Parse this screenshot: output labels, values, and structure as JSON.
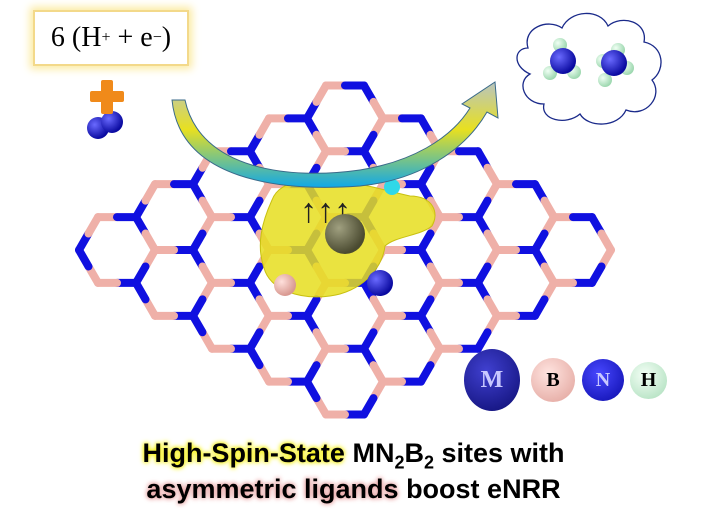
{
  "reaction": {
    "coefficient": "6",
    "proton": "H",
    "proton_charge": "+",
    "plus": "+",
    "electron": "e",
    "electron_charge": "−"
  },
  "spin_label": "↑↑↑",
  "legend": [
    {
      "symbol": "M",
      "color": "#1a1a9e"
    },
    {
      "symbol": "B",
      "color": "#f0b4b0"
    },
    {
      "symbol": "N",
      "color": "#1515d8"
    },
    {
      "symbol": "H",
      "color": "#c8f0d4"
    }
  ],
  "caption": {
    "line1_highlight": "High-Spin-State",
    "line1_formula_a": "MN",
    "line1_sub_a": "2",
    "line1_formula_b": "B",
    "line1_sub_b": "2",
    "line1_rest": "sites with",
    "line2_highlight": "asymmetric ligands",
    "line2_rest": "boost eNRR"
  },
  "colors": {
    "nitrogen": "#1010e0",
    "boron": "#efb0a8",
    "isosurface": "#e8e020",
    "metal": "#6e6e50",
    "plus_sign": "#f08a1a"
  }
}
